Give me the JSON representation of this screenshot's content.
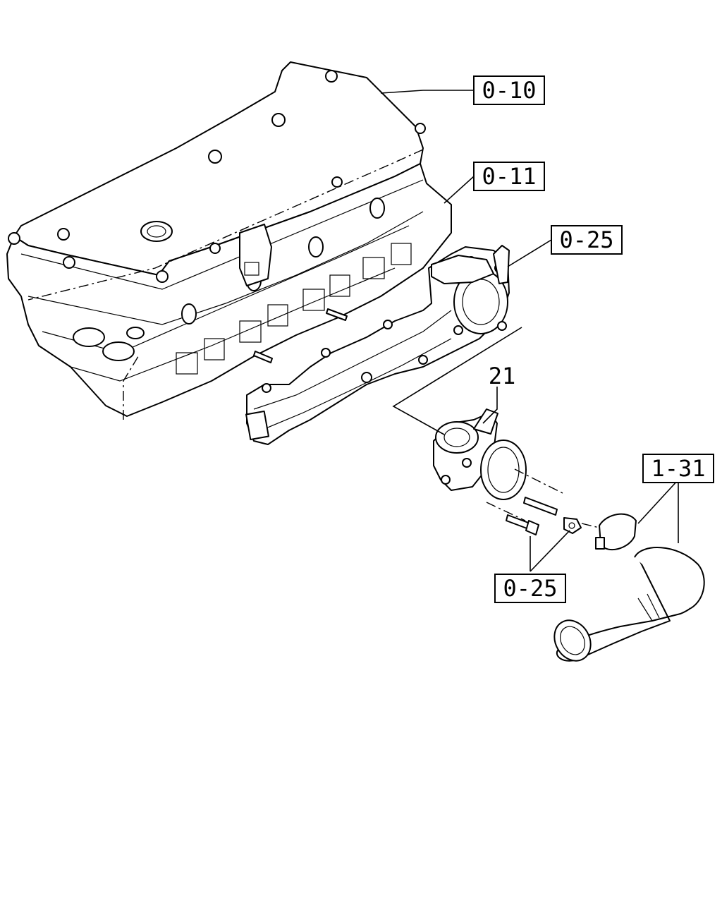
{
  "callouts": [
    {
      "id": "c1",
      "text": "0-10"
    },
    {
      "id": "c2",
      "text": "0-11"
    },
    {
      "id": "c3",
      "text": "0-25"
    },
    {
      "id": "c4",
      "text": "21"
    },
    {
      "id": "c5",
      "text": "1-31"
    },
    {
      "id": "c6",
      "text": "0-25"
    }
  ]
}
